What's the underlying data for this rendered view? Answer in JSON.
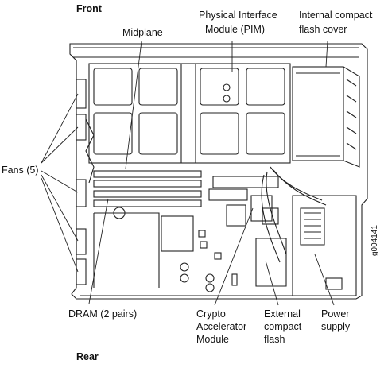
{
  "labels": {
    "front": "Front",
    "rear": "Rear",
    "midplane": "Midplane",
    "pim_line1": "Physical Interface",
    "pim_line2": "Module (PIM)",
    "cf_cover_line1": "Internal compact",
    "cf_cover_line2": "flash cover",
    "fans": "Fans (5)",
    "dram": "DRAM (2 pairs)",
    "crypto_line1": "Crypto",
    "crypto_line2": "Accelerator",
    "crypto_line3": "Module",
    "ext_cf_line1": "External",
    "ext_cf_line2": "compact",
    "ext_cf_line3": "flash",
    "psu_line1": "Power",
    "psu_line2": "supply"
  },
  "figure_id": "g004141"
}
